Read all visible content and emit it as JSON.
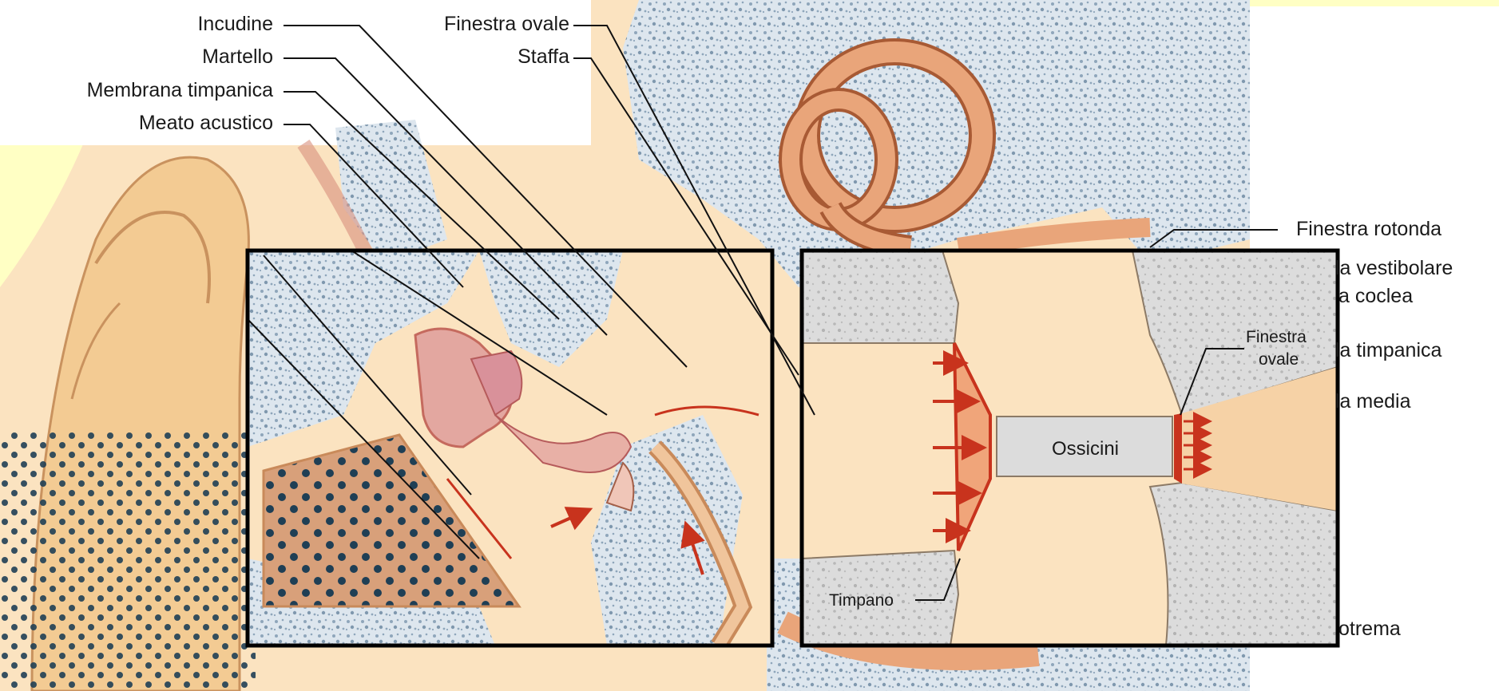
{
  "colors": {
    "page_background": "#ffffc4",
    "tissue": "#fbe3c0",
    "bone": "#dde6ee",
    "bone_dots": "#7f98ae",
    "canal": "#e9a57a",
    "canal_dark": "#a85a34",
    "red_arrow": "#c8331d",
    "inset_frame": "#000000",
    "cartilage_dots": "#1f3f55"
  },
  "labels": {
    "incudine": "Incudine",
    "finestra_ovale": "Finestra ovale",
    "martello": "Martello",
    "staffa": "Staffa",
    "membrana_timpanica": "Membrana timpanica",
    "meato_acustico": "Meato acustico",
    "finestra_rotonda": "Finestra rotonda",
    "scala_vestibolare_partial": "la vestibolare",
    "coclea_partial": "a coclea",
    "scala_timpanica_partial": "la timpanica",
    "scala_media_partial": "la media",
    "elicotrema_partial": "otrema"
  },
  "inset_right": {
    "finestra_ovale_line1": "Finestra",
    "finestra_ovale_line2": "ovale",
    "ossicini": "Ossicini",
    "timpano": "Timpano"
  }
}
